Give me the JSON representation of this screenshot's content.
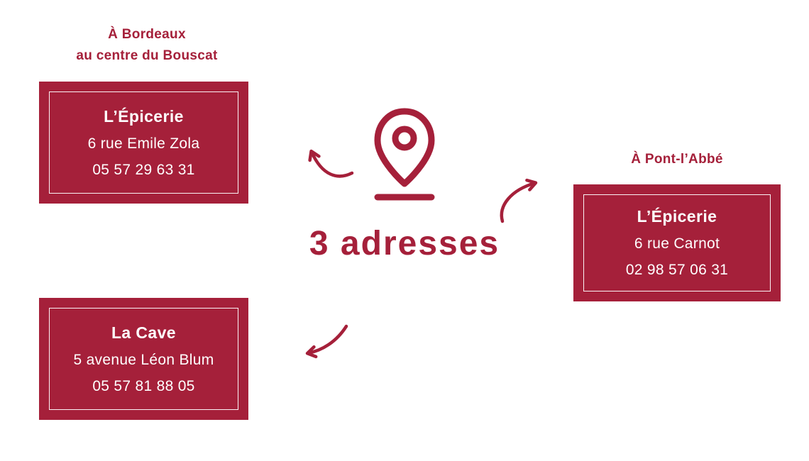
{
  "colors": {
    "brand_red": "#A5203A",
    "card_text": "#FFFFFF",
    "page_bg": "#FFFFFF"
  },
  "center": {
    "headline": "3 adresses",
    "pin_icon": "map-pin-icon"
  },
  "labels": {
    "bordeaux": "À Bordeaux\nau centre du Bouscat",
    "pont_labbe": "À Pont-l’Abbé"
  },
  "cards": [
    {
      "name": "L’Épicerie",
      "address": "6 rue Emile Zola",
      "phone": "05 57 29 63 31"
    },
    {
      "name": "La Cave",
      "address": "5 avenue Léon Blum",
      "phone": "05 57 81 88 05"
    },
    {
      "name": "L’Épicerie",
      "address": "6 rue Carnot",
      "phone": "02 98 57 06 31"
    }
  ]
}
